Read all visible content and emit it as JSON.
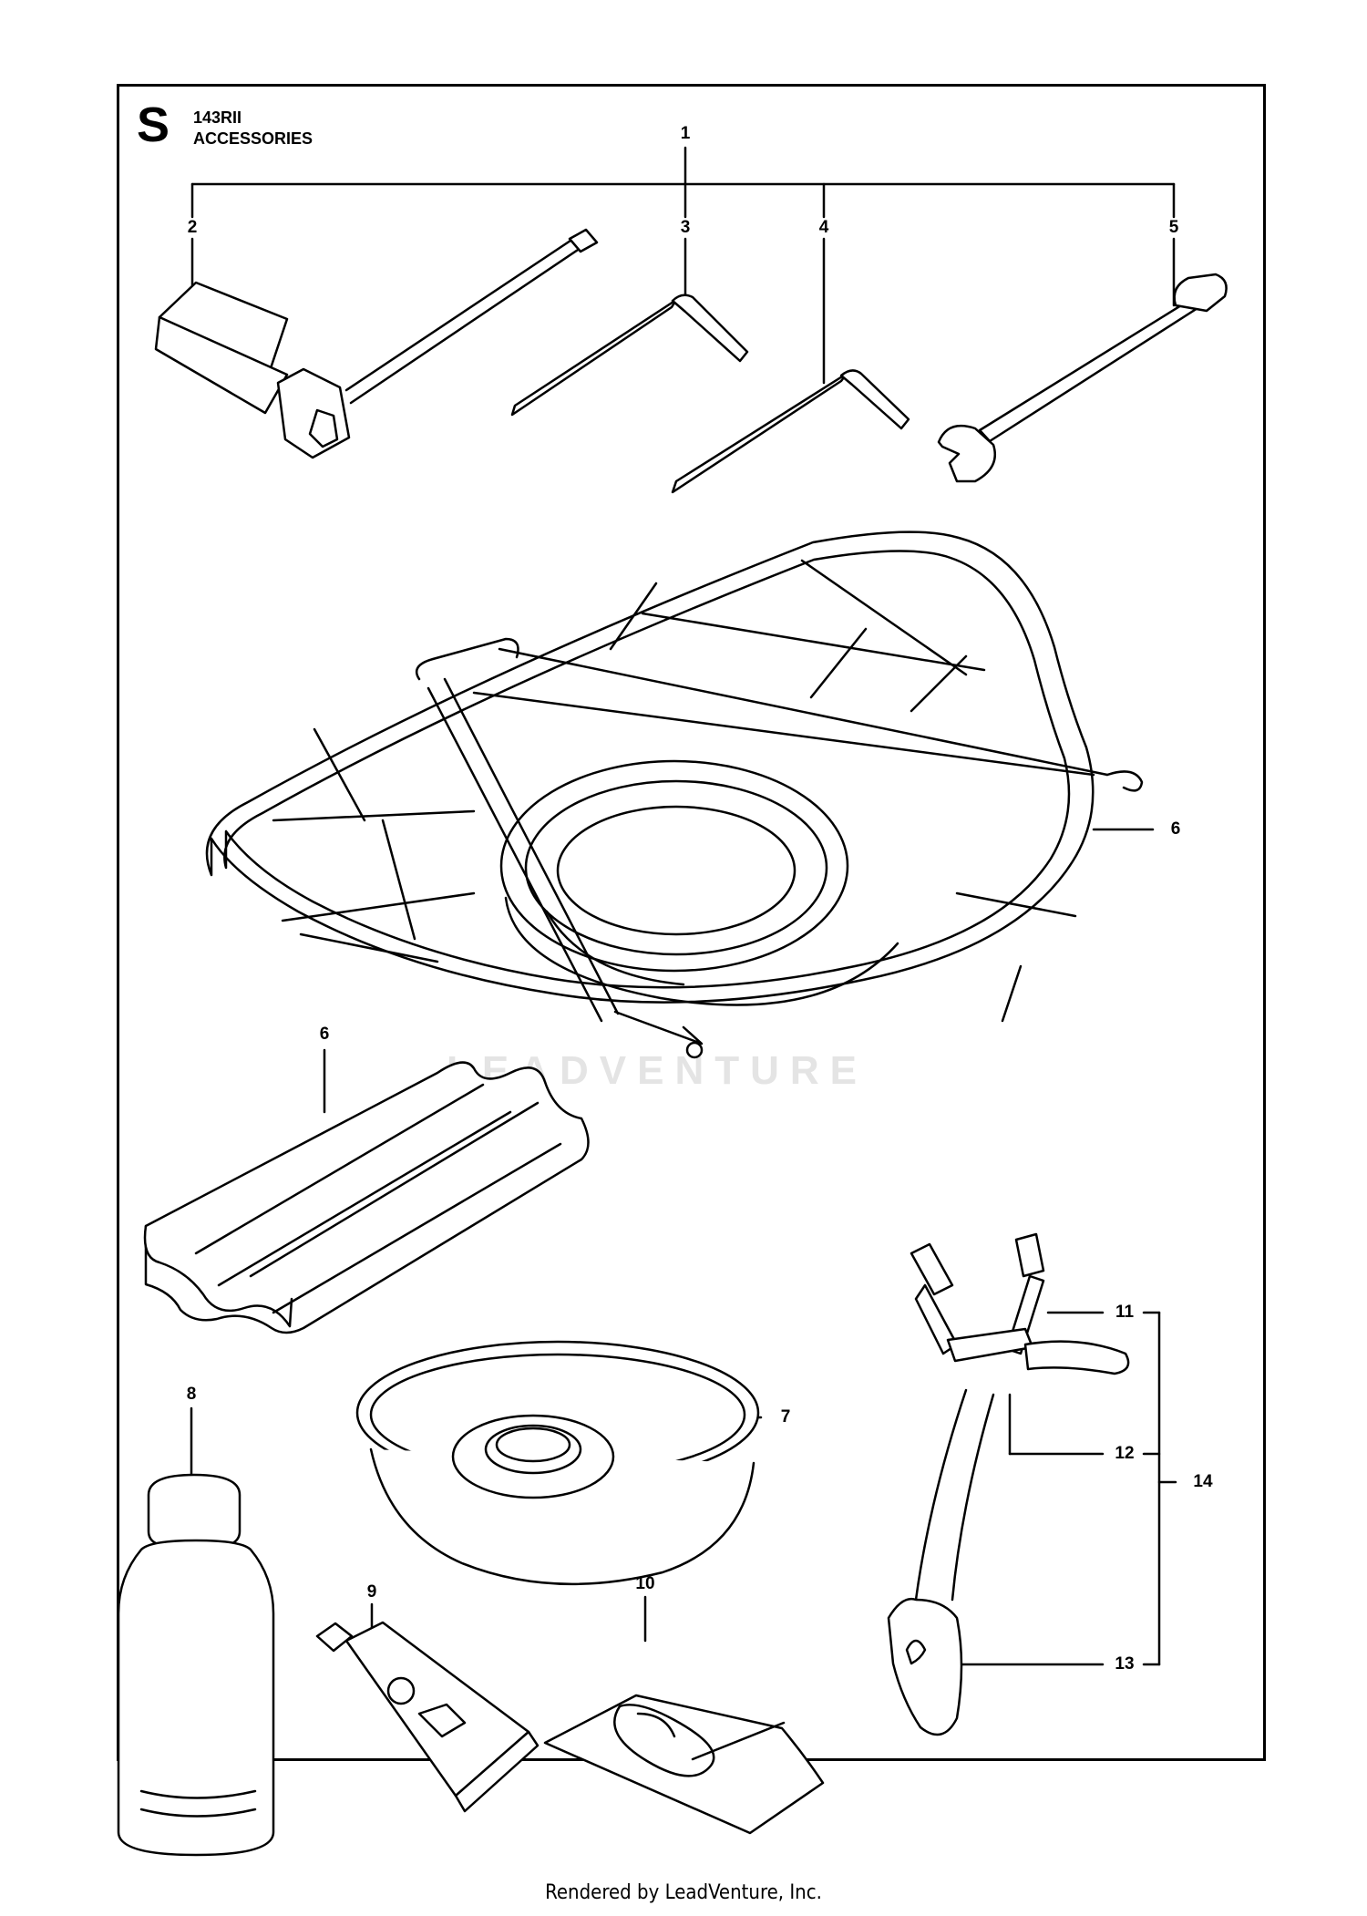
{
  "header": {
    "section": "S",
    "model": "143RII",
    "title": "ACCESSORIES"
  },
  "callouts": [
    "1",
    "2",
    "3",
    "4",
    "5",
    "6",
    "6",
    "7",
    "8",
    "9",
    "10",
    "11",
    "12",
    "13",
    "14"
  ],
  "watermark": "LEADVENTURE",
  "footer": "Rendered by LeadVenture, Inc."
}
